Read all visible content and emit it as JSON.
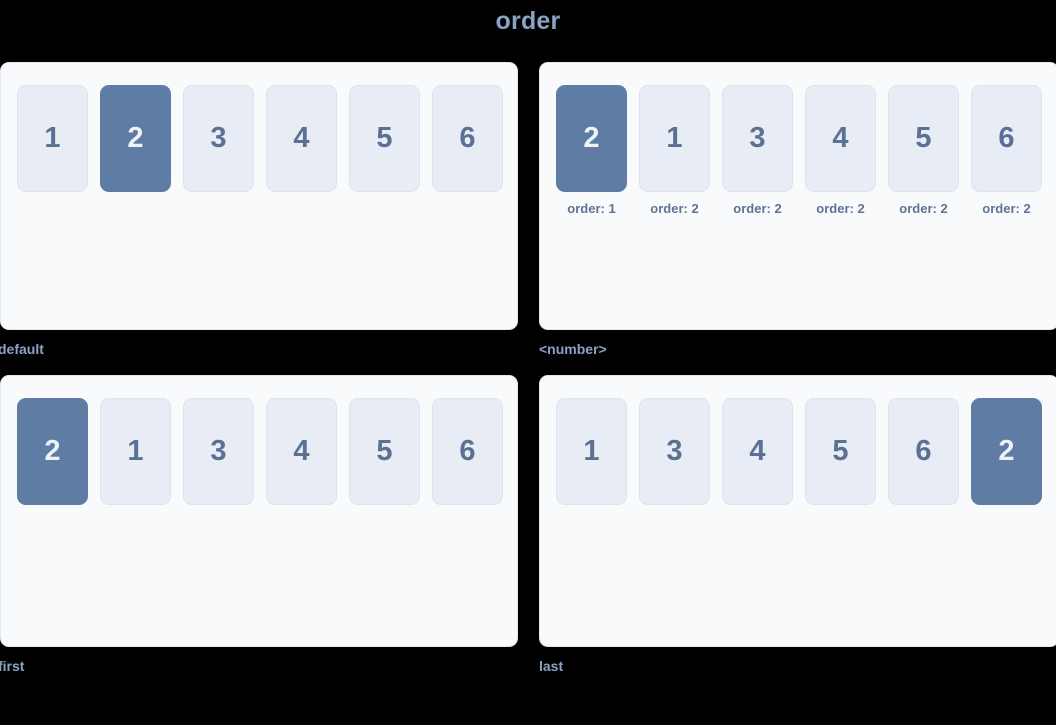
{
  "title": "order",
  "theme": {
    "background": "#000000",
    "panel_bg": "#f9fafc",
    "panel_border": "#e3e8f0",
    "item_bg": "#e8edf5",
    "item_text": "#5a7193",
    "highlight_bg": "#5f7ca5",
    "highlight_text": "#eef2f8",
    "title_color": "#8aa3c4",
    "caption_color": "#8aa3c4",
    "order_label_color": "#5f7394"
  },
  "demos": [
    {
      "caption": "default",
      "items": [
        {
          "label": "1",
          "highlight": false,
          "order_label": ""
        },
        {
          "label": "2",
          "highlight": true,
          "order_label": ""
        },
        {
          "label": "3",
          "highlight": false,
          "order_label": ""
        },
        {
          "label": "4",
          "highlight": false,
          "order_label": ""
        },
        {
          "label": "5",
          "highlight": false,
          "order_label": ""
        },
        {
          "label": "6",
          "highlight": false,
          "order_label": ""
        }
      ]
    },
    {
      "caption": "<number>",
      "items": [
        {
          "label": "2",
          "highlight": true,
          "order_label": "order: 1"
        },
        {
          "label": "1",
          "highlight": false,
          "order_label": "order: 2"
        },
        {
          "label": "3",
          "highlight": false,
          "order_label": "order: 2"
        },
        {
          "label": "4",
          "highlight": false,
          "order_label": "order: 2"
        },
        {
          "label": "5",
          "highlight": false,
          "order_label": "order: 2"
        },
        {
          "label": "6",
          "highlight": false,
          "order_label": "order: 2"
        }
      ]
    },
    {
      "caption": "first",
      "items": [
        {
          "label": "2",
          "highlight": true,
          "order_label": ""
        },
        {
          "label": "1",
          "highlight": false,
          "order_label": ""
        },
        {
          "label": "3",
          "highlight": false,
          "order_label": ""
        },
        {
          "label": "4",
          "highlight": false,
          "order_label": ""
        },
        {
          "label": "5",
          "highlight": false,
          "order_label": ""
        },
        {
          "label": "6",
          "highlight": false,
          "order_label": ""
        }
      ]
    },
    {
      "caption": "last",
      "items": [
        {
          "label": "1",
          "highlight": false,
          "order_label": ""
        },
        {
          "label": "3",
          "highlight": false,
          "order_label": ""
        },
        {
          "label": "4",
          "highlight": false,
          "order_label": ""
        },
        {
          "label": "5",
          "highlight": false,
          "order_label": ""
        },
        {
          "label": "6",
          "highlight": false,
          "order_label": ""
        },
        {
          "label": "2",
          "highlight": true,
          "order_label": ""
        }
      ]
    }
  ]
}
